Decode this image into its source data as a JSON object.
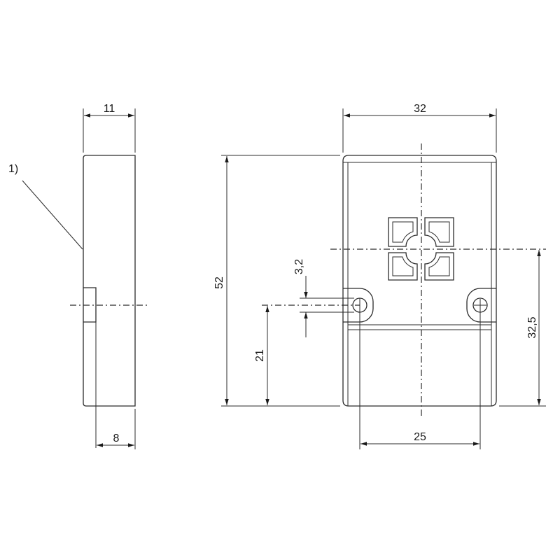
{
  "drawing": {
    "side_view": {
      "dim_thickness": "11",
      "dim_depth": "8",
      "callout": "1)"
    },
    "front_view": {
      "dim_width": "32",
      "dim_height": "52",
      "dim_hole_diameter": "3,2",
      "dim_hole_height": "21",
      "dim_center_height": "32,5",
      "dim_hole_spacing": "25"
    }
  }
}
